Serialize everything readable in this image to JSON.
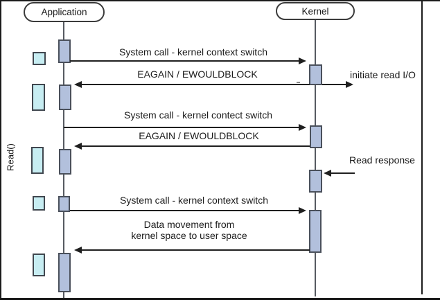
{
  "diagram": {
    "type": "sequence-diagram",
    "axis_label": "Read()",
    "actors": [
      {
        "name": "Application"
      },
      {
        "name": "Kernel"
      }
    ],
    "messages": [
      {
        "label": "System call - kernel context switch",
        "from": "Application",
        "to": "Kernel",
        "direction": "right"
      },
      {
        "label": "EAGAIN / EWOULDBLOCK",
        "from": "Kernel",
        "to": "Application",
        "direction": "left"
      },
      {
        "label": "initiate read I/O",
        "from": "Kernel",
        "to": "external",
        "direction": "right"
      },
      {
        "label": "System call - kernel contect switch",
        "from": "Application",
        "to": "Kernel",
        "direction": "right"
      },
      {
        "label": "EAGAIN / EWOULDBLOCK",
        "from": "Kernel",
        "to": "Application",
        "direction": "left"
      },
      {
        "label": "Read response",
        "from": "external",
        "to": "Kernel",
        "direction": "left"
      },
      {
        "label": "System call - kernel context switch",
        "from": "Application",
        "to": "Kernel",
        "direction": "right"
      },
      {
        "label": "Data movement from\nkernel space to user space",
        "from": "Kernel",
        "to": "Application",
        "direction": "left"
      }
    ],
    "colors": {
      "activation_fill": "#b2c0dc",
      "buffer_fill": "#c7edf2",
      "outline": "#4a505b",
      "arrow": "#1f1f1f"
    }
  }
}
